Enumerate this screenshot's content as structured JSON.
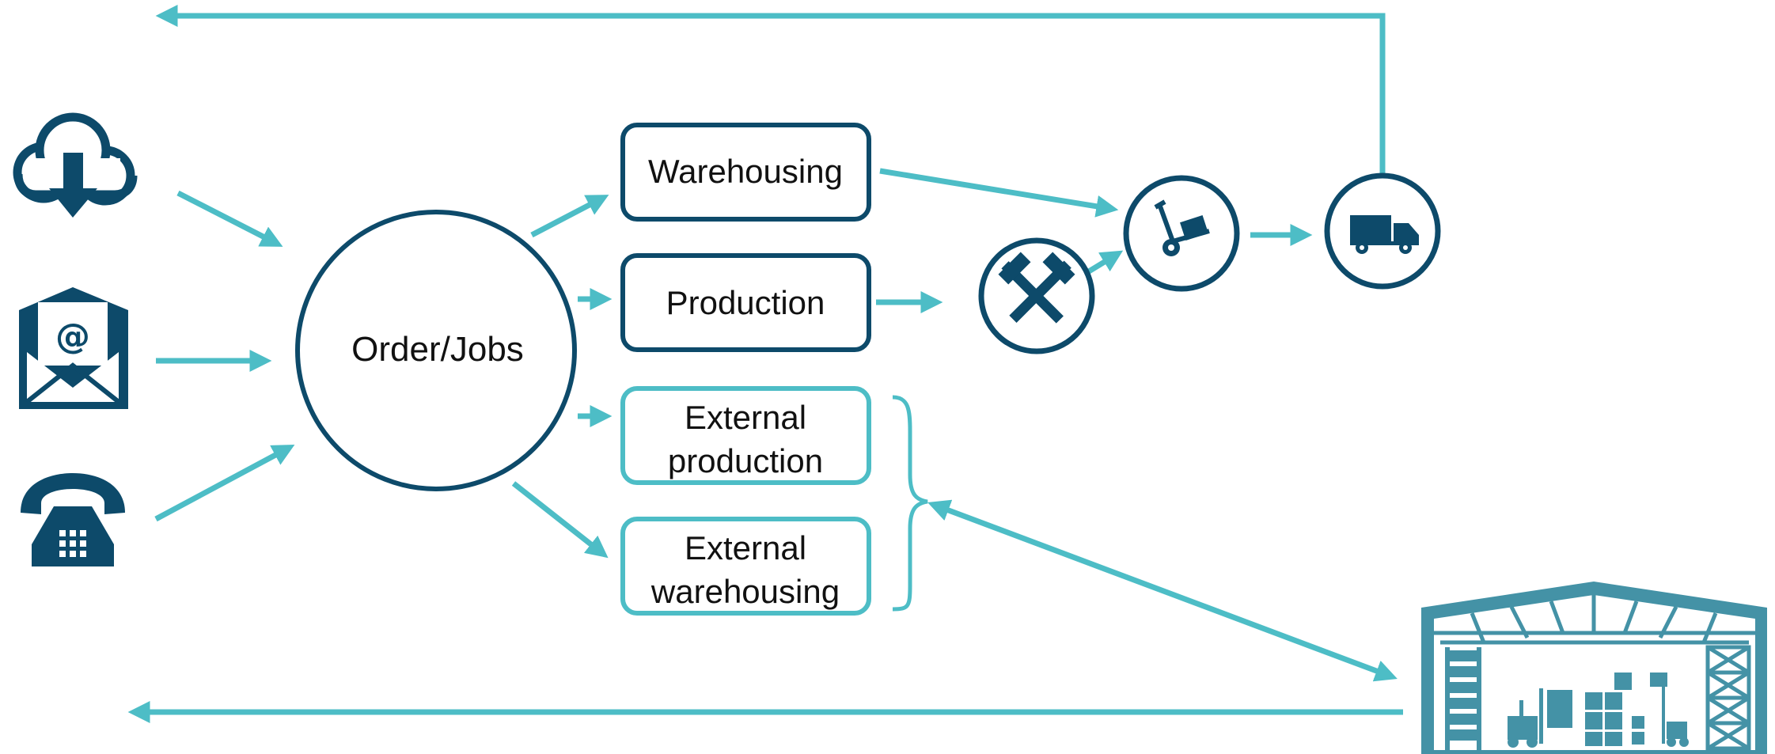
{
  "colors": {
    "dark": "#0d4a6a",
    "light": "#4dbdc6",
    "text": "#111111"
  },
  "center_node": {
    "label": "Order/Jobs"
  },
  "boxes": {
    "warehousing": {
      "label": "Warehousing"
    },
    "production": {
      "label": "Production"
    },
    "external_production": {
      "line1": "External",
      "line2": "production"
    },
    "external_warehousing": {
      "line1": "External",
      "line2": "warehousing"
    }
  },
  "icons": {
    "inputs": [
      "cloud-download-icon",
      "envelope-email-icon",
      "telephone-icon"
    ],
    "process": [
      "hammers-icon",
      "hand-truck-icon",
      "delivery-truck-icon"
    ],
    "warehouse": "warehouse-icon"
  }
}
